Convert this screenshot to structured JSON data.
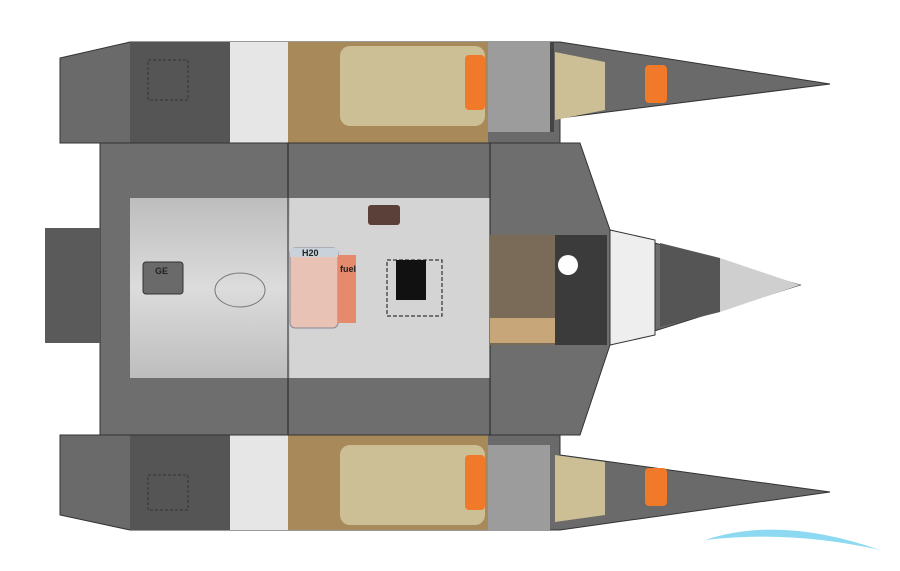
{
  "labels": {
    "generator": "GE",
    "water_tank": "H20",
    "fuel_tank": "fuel"
  },
  "colors": {
    "hull_dark": "#5a5a5a",
    "hull_mid": "#8a8a8a",
    "deck_light": "#c8c8c8",
    "berth": "#cdbf95",
    "pillow": "#f07a2a",
    "water": "#e8c2b4",
    "fuel": "#e58a6c",
    "wood": "#a8895a",
    "watermark": "#6fd0ee"
  }
}
